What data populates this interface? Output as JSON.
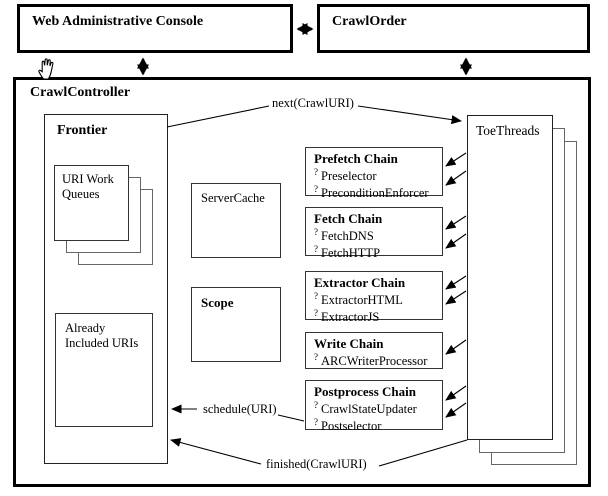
{
  "top": {
    "web_admin_console": "Web Administrative Console",
    "crawl_order": "CrawlOrder"
  },
  "controller": {
    "title": "CrawlController",
    "frontier": {
      "title": "Frontier",
      "uri_work_queues": "URI Work Queues",
      "already_included": "Already Included URIs"
    },
    "server_cache": "ServerCache",
    "scope": "Scope",
    "chains": [
      {
        "title": "Prefetch Chain",
        "processors": [
          "Preselector",
          "PreconditionEnforcer"
        ]
      },
      {
        "title": "Fetch Chain",
        "processors": [
          "FetchDNS",
          "FetchHTTP"
        ]
      },
      {
        "title": "Extractor Chain",
        "processors": [
          "ExtractorHTML",
          "ExtractorJS"
        ]
      },
      {
        "title": "Write Chain",
        "processors": [
          "ARCWriterProcessor"
        ]
      },
      {
        "title": "Postprocess Chain",
        "processors": [
          "CrawlStateUpdater",
          "Postselector"
        ]
      }
    ],
    "toe_threads": "ToeThreads"
  },
  "edges": {
    "next": "next(CrawlURI)",
    "schedule": "schedule(URI)",
    "finished": "finished(CrawlURI)"
  },
  "markers": {
    "optional": "?"
  },
  "icons": {
    "cursor": "hand-drag-cursor"
  },
  "colors": {
    "line": "#000000",
    "background": "#ffffff",
    "layer_border": "#666666"
  }
}
